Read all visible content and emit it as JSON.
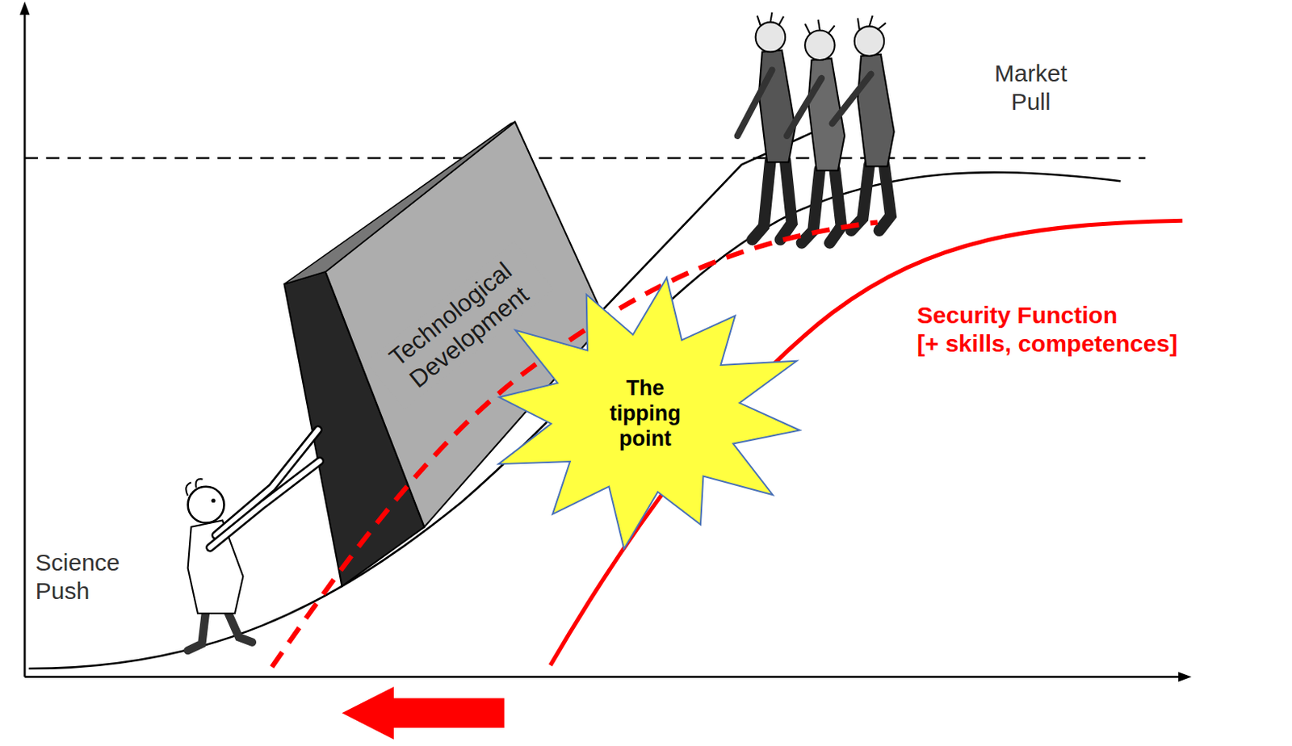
{
  "diagram": {
    "nodes": [
      {
        "text": [
          "Technological Development"
        ]
      },
      {
        "text": [
          "The tipping point"
        ]
      }
    ],
    "labels": [
      "Market Pull",
      "Science Push",
      "Security Function [+ skills, competences]"
    ]
  }
}
